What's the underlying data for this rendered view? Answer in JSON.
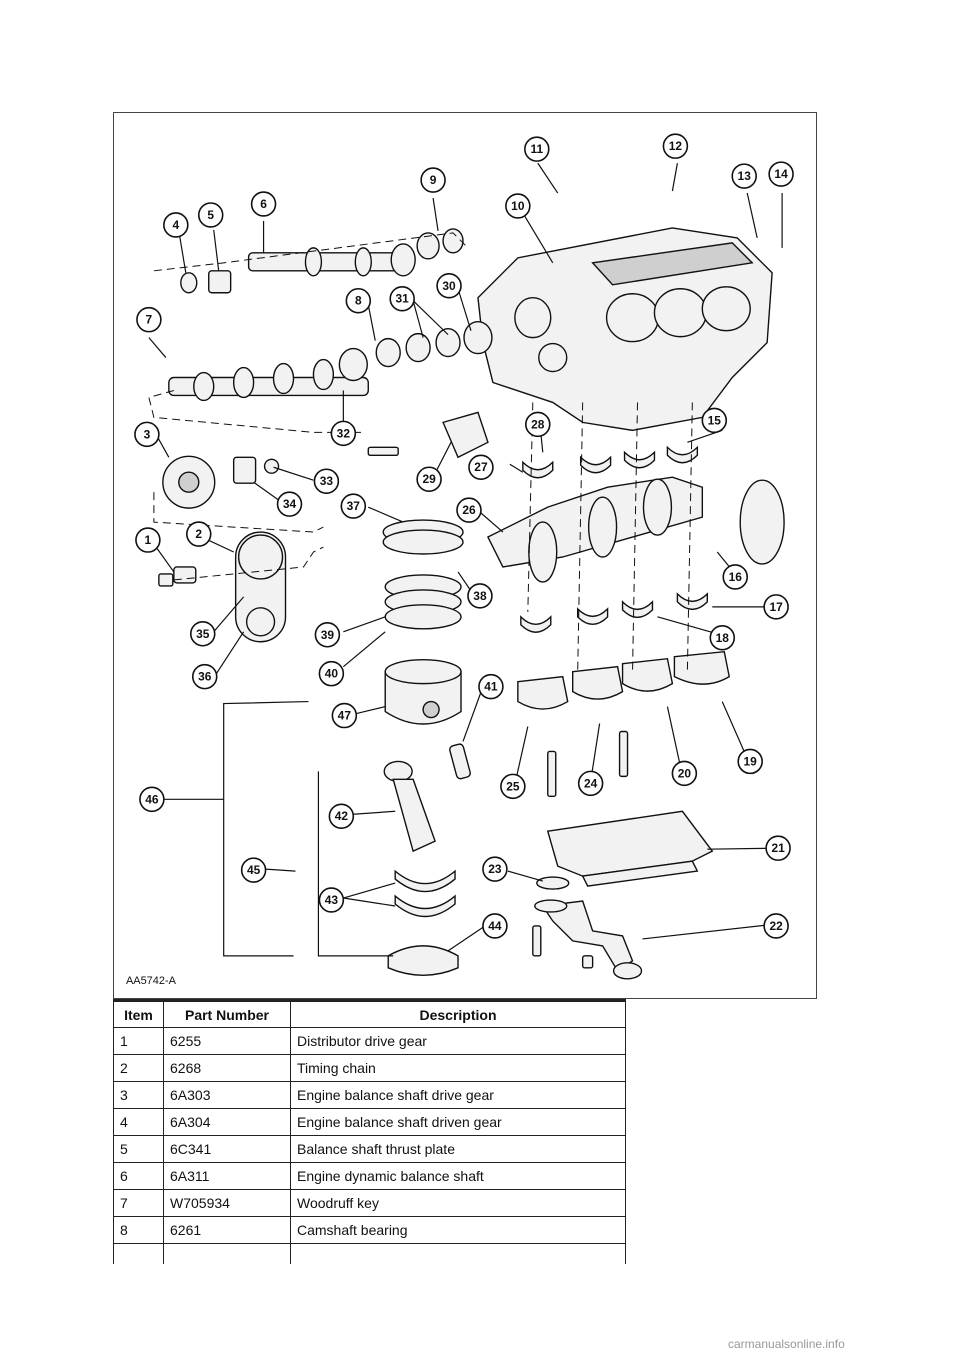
{
  "figure": {
    "id_label": "AA5742-A",
    "callouts": [
      "1",
      "2",
      "3",
      "4",
      "5",
      "6",
      "7",
      "8",
      "9",
      "10",
      "11",
      "12",
      "13",
      "14",
      "15",
      "16",
      "17",
      "18",
      "19",
      "20",
      "21",
      "22",
      "23",
      "24",
      "25",
      "26",
      "27",
      "28",
      "29",
      "30",
      "31",
      "32",
      "33",
      "34",
      "35",
      "36",
      "37",
      "38",
      "39",
      "40",
      "41",
      "42",
      "43",
      "44",
      "45",
      "46",
      "47"
    ]
  },
  "table": {
    "headers": {
      "item": "Item",
      "part_number": "Part Number",
      "description": "Description"
    },
    "rows": [
      {
        "item": "1",
        "part_number": "6255",
        "description": "Distributor drive gear"
      },
      {
        "item": "2",
        "part_number": "6268",
        "description": "Timing chain"
      },
      {
        "item": "3",
        "part_number": "6A303",
        "description": "Engine balance shaft drive gear"
      },
      {
        "item": "4",
        "part_number": "6A304",
        "description": "Engine balance shaft driven gear"
      },
      {
        "item": "5",
        "part_number": "6C341",
        "description": "Balance shaft thrust plate"
      },
      {
        "item": "6",
        "part_number": "6A311",
        "description": "Engine dynamic balance shaft"
      },
      {
        "item": "7",
        "part_number": "W705934",
        "description": "Woodruff key"
      },
      {
        "item": "8",
        "part_number": "6261",
        "description": "Camshaft bearing"
      }
    ]
  },
  "watermark": "carmanualsonline.info"
}
